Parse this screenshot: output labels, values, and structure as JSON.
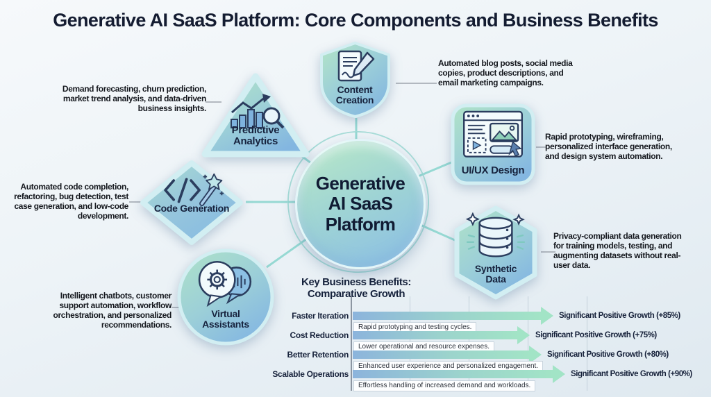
{
  "title": "Generative AI SaaS Platform: Core Components and Business Benefits",
  "center": {
    "label": "Generative AI SaaS Platform"
  },
  "colors": {
    "node_green": "#b3e5c6",
    "node_blue": "#83b6e0",
    "connector_teal": "#92d8d2",
    "arrow_blue": "#8cb4dc",
    "arrow_green": "#a2e4c6",
    "text_dark": "#141c31"
  },
  "nodes": [
    {
      "id": "content-creation",
      "label": "Content Creation",
      "shape": "shield",
      "icon": "document-pen-icon",
      "description": "Automated blog posts, social media copies, product descriptions, and email marketing campaigns."
    },
    {
      "id": "predictive-analytics",
      "label": "Predictive Analytics",
      "shape": "triangle",
      "icon": "chart-magnifier-icon",
      "description": "Demand forecasting, churn prediction, market trend analysis, and data-driven business insights."
    },
    {
      "id": "code-generation",
      "label": "Code Generation",
      "shape": "diamond",
      "icon": "code-wand-icon",
      "description": "Automated code completion, refactoring, bug detection, test case generation, and low-code development."
    },
    {
      "id": "virtual-assistants",
      "label": "Virtual Assistants",
      "shape": "circle",
      "icon": "chat-bubbles-icon",
      "description": "Intelligent chatbots, customer support automation, workflow orchestration, and personalized recommendations."
    },
    {
      "id": "uiux-design",
      "label": "UI/UX Design",
      "shape": "rounded-square",
      "icon": "browser-window-icon",
      "description": "Rapid prototyping, wireframing, personalized interface generation, and design system automation."
    },
    {
      "id": "synthetic-data",
      "label": "Synthetic Data",
      "shape": "hexagon",
      "icon": "database-icon",
      "description": "Privacy-compliant data generation for training models, testing, and augmenting datasets without real-user data."
    }
  ],
  "chart_data": {
    "type": "bar",
    "title_line1": "Key Business Benefits:",
    "title_line2": "Comparative Growth",
    "rows": [
      {
        "label": "Faster Iteration",
        "sublabel": "Rapid prototyping and testing cycles.",
        "value_label": "Significant Positive Growth (+85%)",
        "percent": 85
      },
      {
        "label": "Cost Reduction",
        "sublabel": "Lower operational and resource expenses.",
        "value_label": "Significant Positive Growth (+75%)",
        "percent": 75
      },
      {
        "label": "Better Retention",
        "sublabel": "Enhanced user experience and personalized engagement.",
        "value_label": "Significant Positive Growth (+80%)",
        "percent": 80
      },
      {
        "label": "Scalable Operations",
        "sublabel": "Effortless handling of increased demand and workloads.",
        "value_label": "Significant Positive Growth (+90%)",
        "percent": 90
      }
    ]
  }
}
